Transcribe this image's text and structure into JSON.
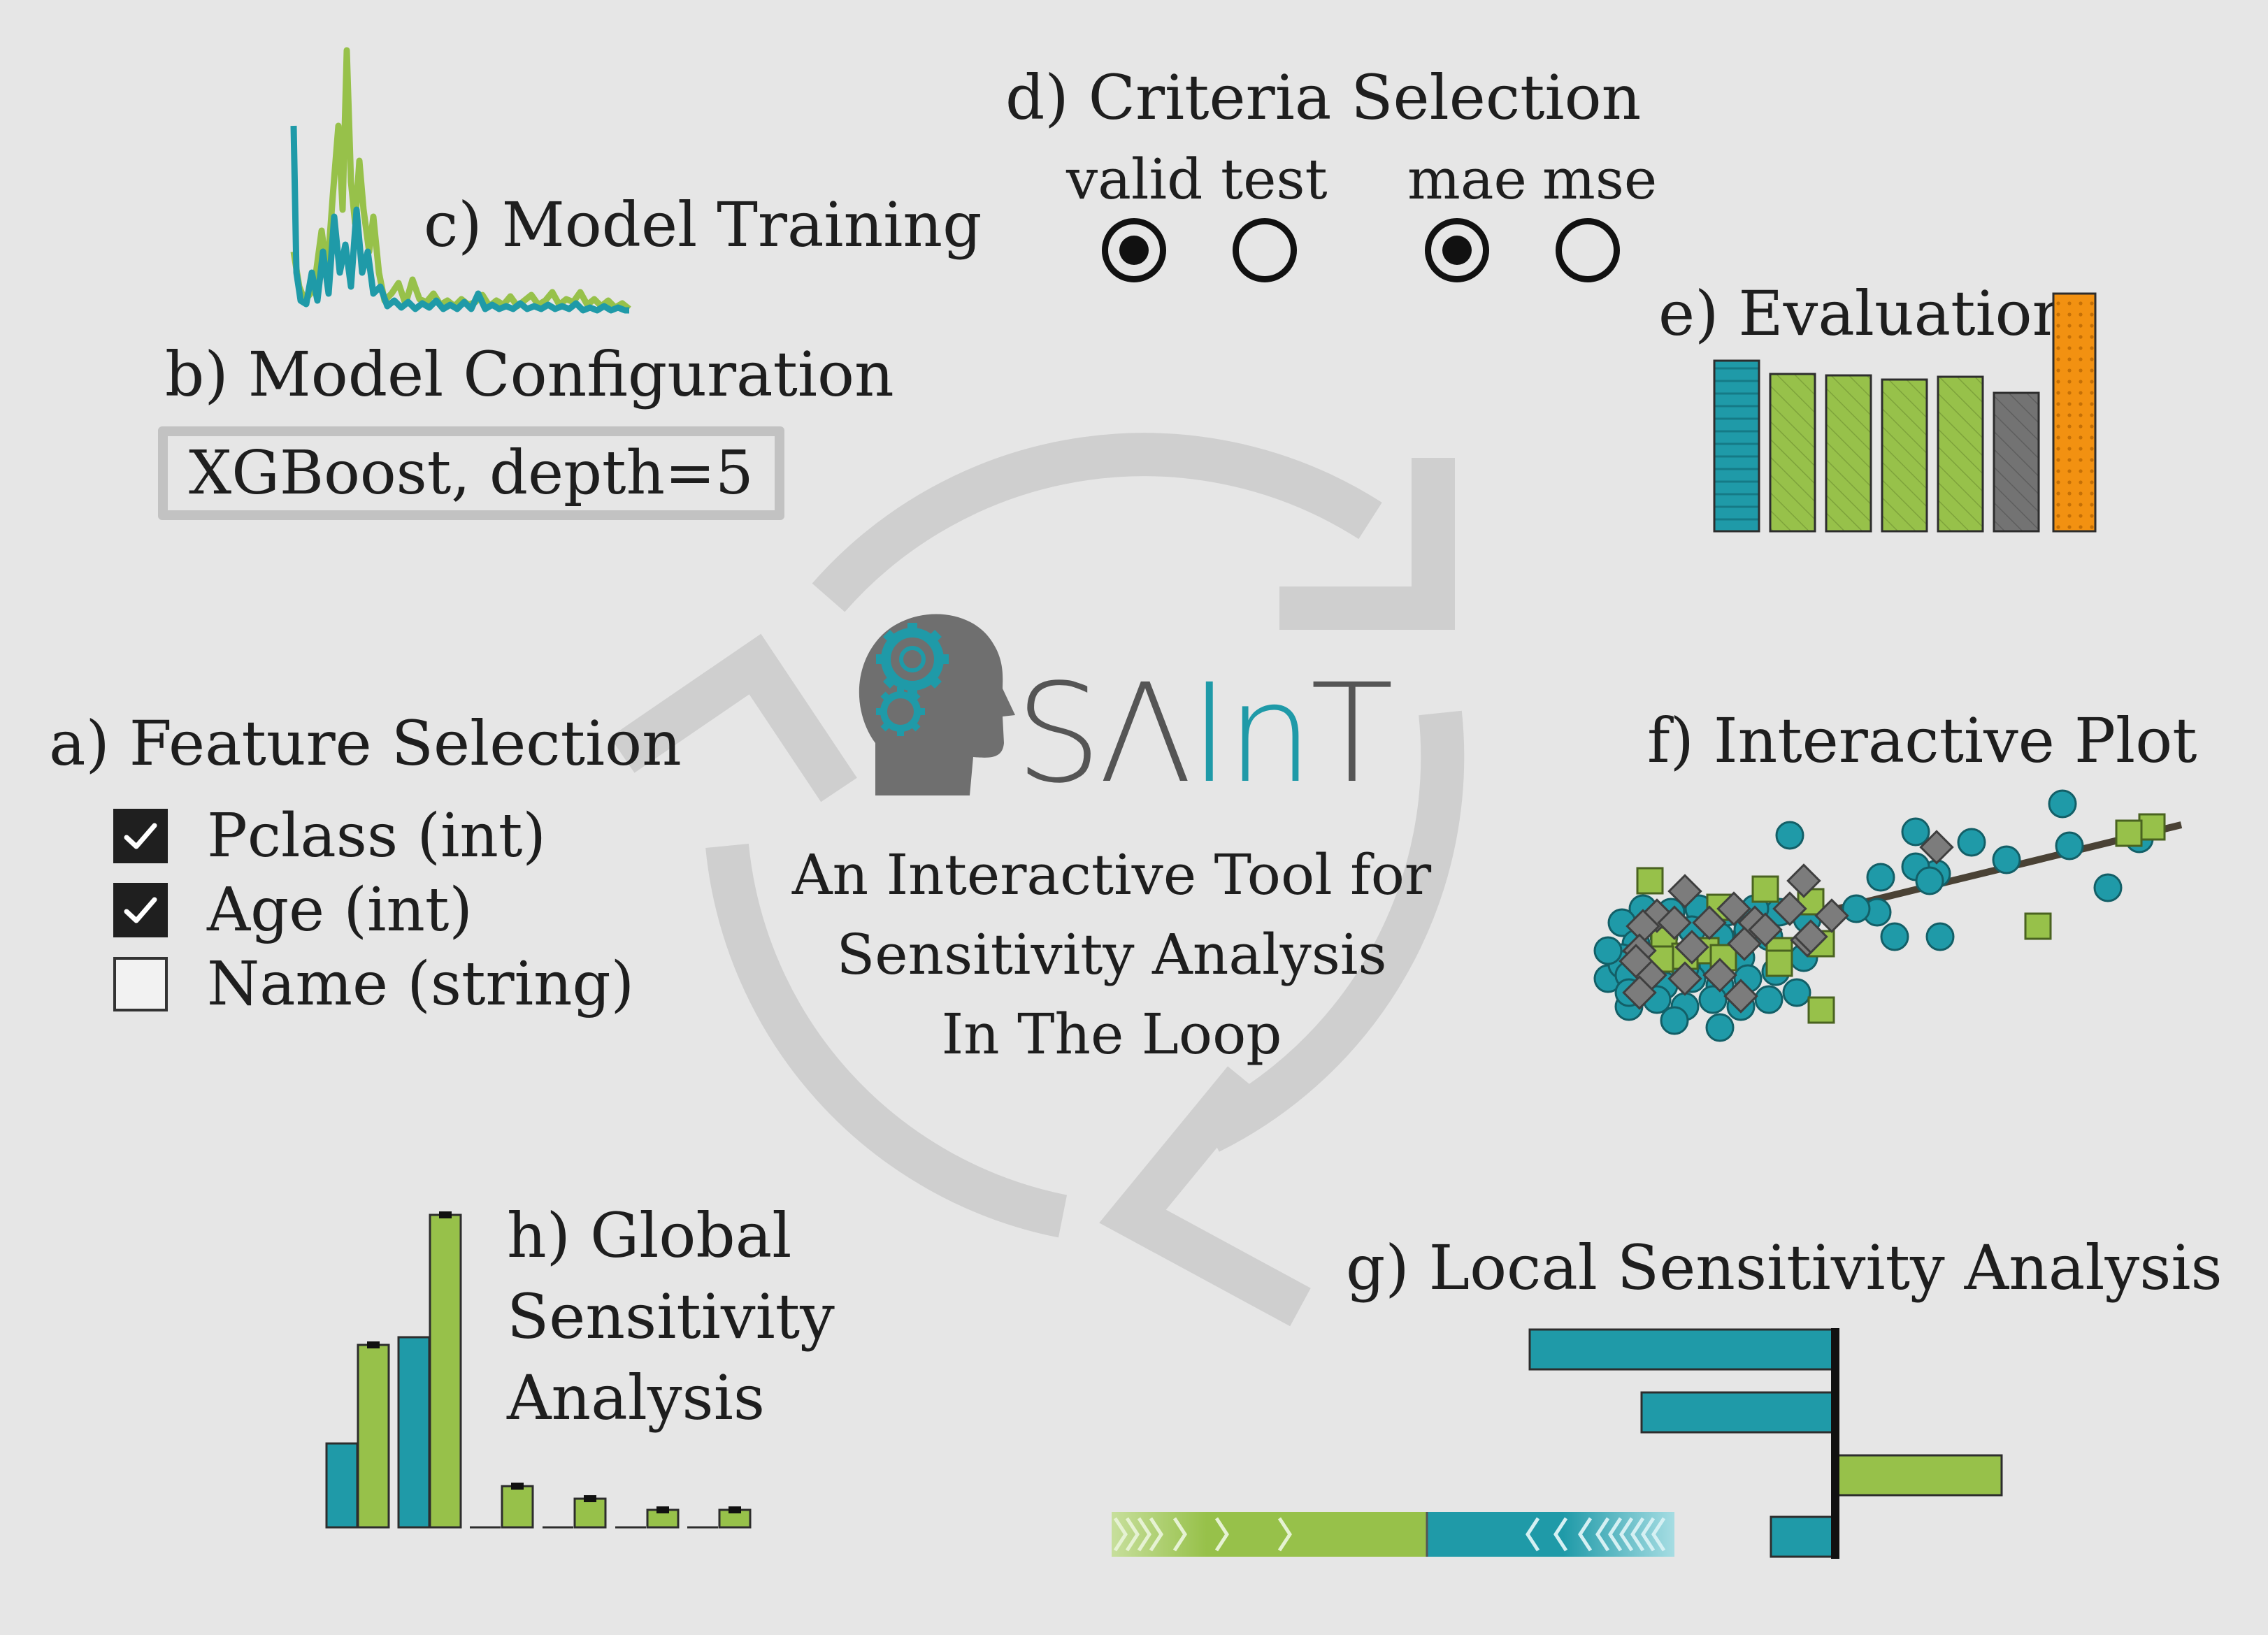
{
  "center": {
    "logo_text_1": "SΛ",
    "logo_text_2": "In",
    "logo_text_3": "T",
    "subtitle_lines": [
      "An Interactive Tool for",
      "Sensitivity Analysis",
      "In The Loop"
    ]
  },
  "feature_selection": {
    "title": "a) Feature Selection",
    "features": [
      {
        "label": "Pclass (int)",
        "checked": true
      },
      {
        "label": "Age (int)",
        "checked": true
      },
      {
        "label": "Name (string)",
        "checked": false
      }
    ]
  },
  "model_configuration": {
    "title": "b) Model Configuration",
    "value": "XGBoost, depth=5"
  },
  "model_training": {
    "title": "c) Model Training"
  },
  "criteria_selection": {
    "title": "d) Criteria Selection",
    "group_a": {
      "options": [
        "valid",
        "test"
      ],
      "selected": "valid"
    },
    "group_b": {
      "options": [
        "mae",
        "mse"
      ],
      "selected": "mae"
    }
  },
  "evaluation": {
    "title": "e) Evaluation"
  },
  "interactive_plot": {
    "title": "f) Interactive Plot"
  },
  "local_sensitivity": {
    "title": "g) Local Sensitivity Analysis"
  },
  "global_sensitivity": {
    "title_lines": [
      "h) Global",
      "Sensitivity",
      "Analysis"
    ]
  },
  "colors": {
    "teal": "#1f9aa8",
    "green": "#97c14a",
    "gray": "#737373",
    "orange": "#f29111",
    "cycle_arrow": "#cfcfcf",
    "background": "#e6e6e6"
  }
}
